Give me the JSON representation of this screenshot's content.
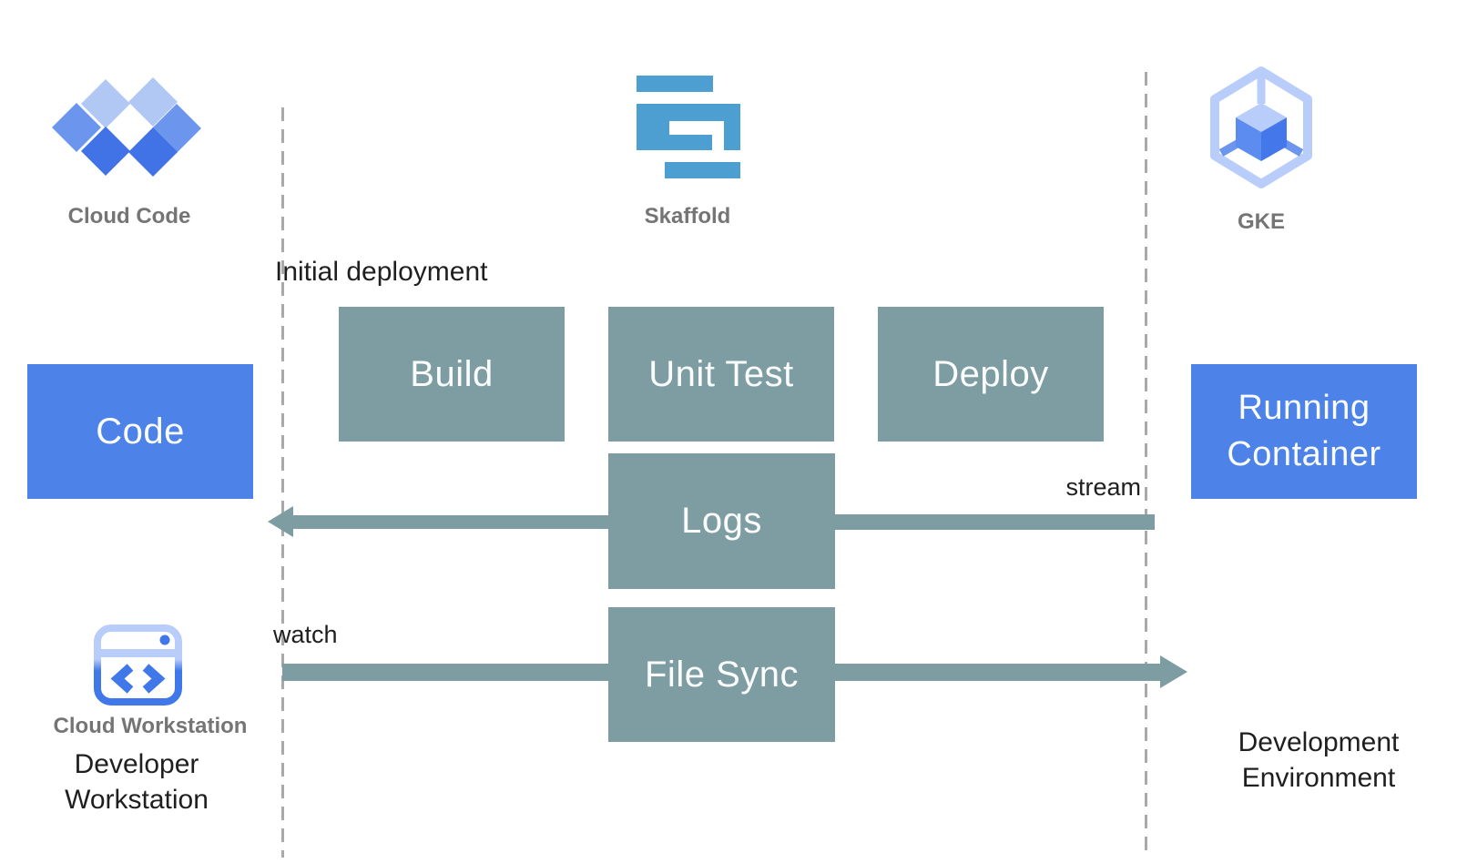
{
  "colors": {
    "box_blue": "#4d82e8",
    "box_teal": "#7e9da3",
    "skaffold_blue": "#4d9ed1",
    "icon_blue_light": "#b2c8f4",
    "icon_blue_medium": "#6c95ee",
    "icon_blue_dark": "#4173e6",
    "label_gray": "#757575",
    "text_black": "#1f1f1f",
    "dash_gray": "#a9a9a9"
  },
  "icons": {
    "cloud_code": {
      "label": "Cloud Code"
    },
    "skaffold": {
      "label": "Skaffold"
    },
    "gke": {
      "label": "GKE"
    },
    "cloud_workstation": {
      "label": "Cloud Workstation"
    }
  },
  "boxes": {
    "code": "Code",
    "build": "Build",
    "unit_test": "Unit Test",
    "deploy": "Deploy",
    "logs": "Logs",
    "file_sync": "File Sync",
    "running_container": "Running Container"
  },
  "annotations": {
    "initial_deployment": "Initial deployment",
    "stream": "stream",
    "watch": "watch"
  },
  "captions": {
    "developer_workstation": "Developer Workstation",
    "development_environment": "Development Environment"
  }
}
